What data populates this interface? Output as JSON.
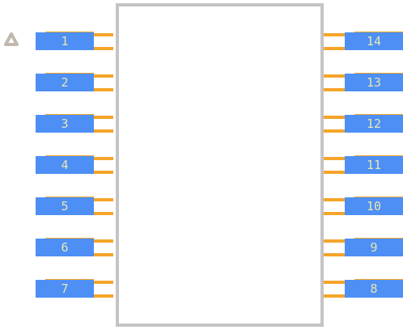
{
  "colors": {
    "background": "#ffffff",
    "body_outline": "#c4c4c4",
    "pad_fill": "#4d8ff5",
    "pad_label": "#e8e6b0",
    "pin_lead": "#f5a52a",
    "pin1_marker": "#c0b8ae"
  },
  "pins_left": [
    {
      "number": "1"
    },
    {
      "number": "2"
    },
    {
      "number": "3"
    },
    {
      "number": "4"
    },
    {
      "number": "5"
    },
    {
      "number": "6"
    },
    {
      "number": "7"
    }
  ],
  "pins_right": [
    {
      "number": "14"
    },
    {
      "number": "13"
    },
    {
      "number": "12"
    },
    {
      "number": "11"
    },
    {
      "number": "10"
    },
    {
      "number": "9"
    },
    {
      "number": "8"
    }
  ],
  "pin1_marker_icon": "pin1-indicator-ring-icon"
}
